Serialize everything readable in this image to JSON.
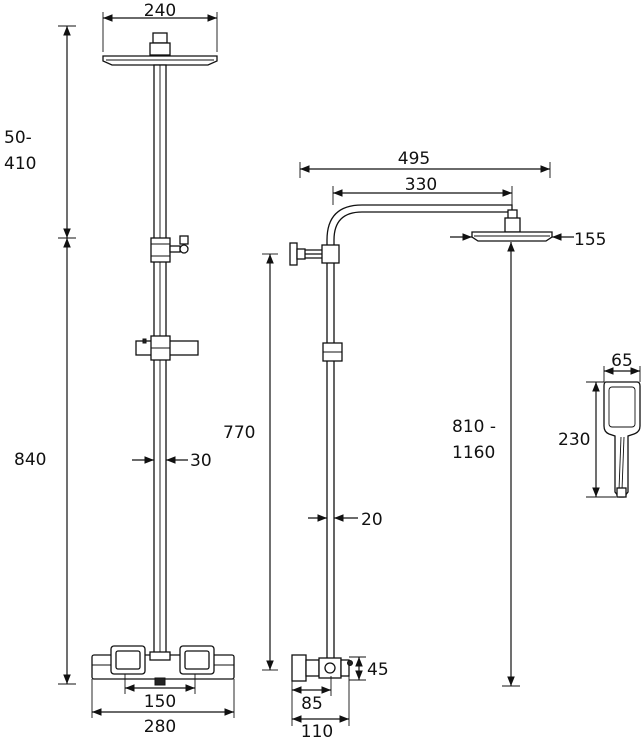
{
  "dimensions": {
    "front_head_width": "240",
    "front_upper_height_a": "50-",
    "front_upper_height_b": "410",
    "front_total_height": "840",
    "front_riser_diameter": "30",
    "front_valve_centres": "150",
    "front_valve_width": "280",
    "side_total_projection": "495",
    "side_arm_projection": "330",
    "side_head_depth": "155",
    "side_riser_height": "770",
    "side_head_height_a": "810 -",
    "side_head_height_b": "1160",
    "side_pipe_diameter": "20",
    "side_valve_height": "45",
    "side_valve_depth_a": "85",
    "side_valve_depth_b": "110",
    "handset_width": "65",
    "handset_length": "230"
  }
}
